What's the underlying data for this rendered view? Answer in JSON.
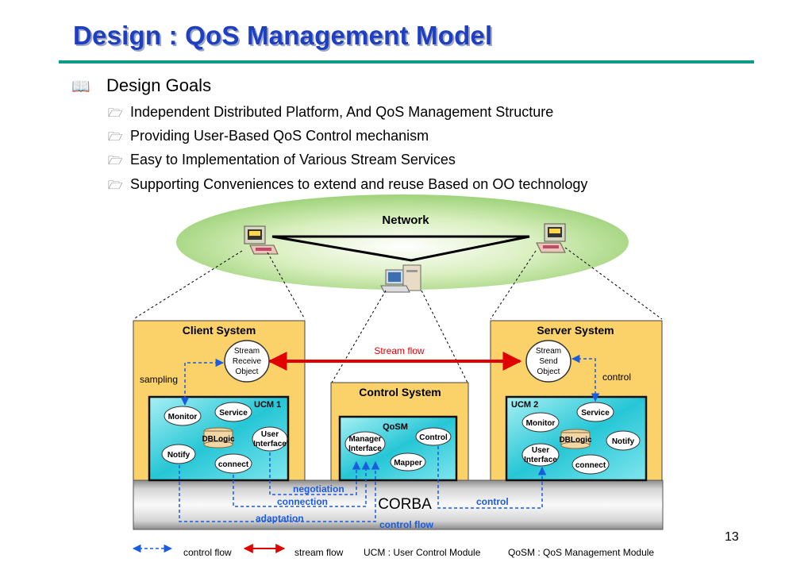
{
  "slide": {
    "title": "Design : QoS Management Model",
    "page_number": "13"
  },
  "goals": {
    "heading": "Design Goals",
    "items": [
      "Independent Distributed Platform, And QoS Management Structure",
      "Providing User-Based QoS Control mechanism",
      "Easy to Implementation of Various Stream Services",
      "Supporting Conveniences to extend and reuse Based on OO technology"
    ]
  },
  "diagram": {
    "network": "Network",
    "client": {
      "title": "Client System",
      "stream_obj": [
        "Stream",
        "Receive",
        "Object"
      ],
      "sampling": "sampling",
      "ucm": "UCM 1",
      "monitor": "Monitor",
      "service": "Service",
      "dblogic": "DBLogic",
      "user_iface": [
        "User",
        "Interface"
      ],
      "notify": "Notify",
      "connect": "connect"
    },
    "server": {
      "title": "Server System",
      "stream_obj": [
        "Stream",
        "Send",
        "Object"
      ],
      "control": "control",
      "ucm": "UCM 2",
      "monitor": "Monitor",
      "service": "Service",
      "dblogic": "DBLogic",
      "notify": "Notify",
      "user_iface": [
        "User",
        "Interface"
      ],
      "connect": "connect"
    },
    "control_system": {
      "title": "Control System",
      "qosm": "QoSM",
      "manager_iface": [
        "Manager",
        "Interface"
      ],
      "control": "Control",
      "mapper": "Mapper"
    },
    "stream_flow": "Stream  flow",
    "corba": "CORBA",
    "flows": {
      "negotiation": "negotiation",
      "connection": "connection",
      "adaptation": "adaptation",
      "control": "control",
      "control_flow": "control flow"
    },
    "legend": {
      "control_flow": "control flow",
      "stream_flow": "stream flow",
      "ucm": "UCM : User Control Module",
      "qosm": "QoSM : QoS Management Module"
    }
  }
}
